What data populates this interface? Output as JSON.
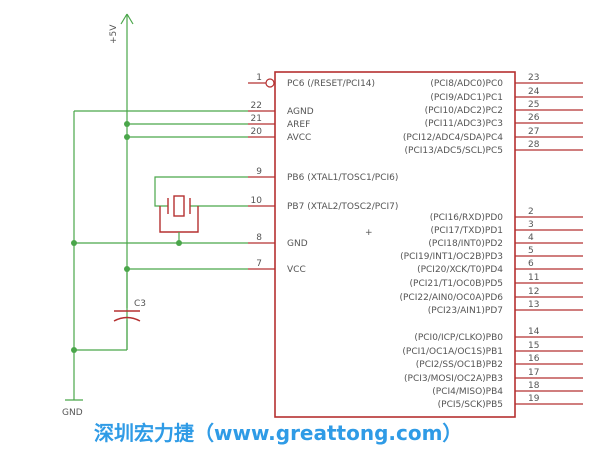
{
  "supply": {
    "label": "+5V"
  },
  "ground": {
    "label": "GND"
  },
  "capacitor": {
    "label": "C3"
  },
  "chip": {
    "left_pins": [
      {
        "num": "1",
        "name": "PC6 (/RESET/PCI14)"
      },
      {
        "num": "22",
        "name": "AGND"
      },
      {
        "num": "21",
        "name": "AREF"
      },
      {
        "num": "20",
        "name": "AVCC"
      },
      {
        "num": "9",
        "name": "PB6 (XTAL1/TOSC1/PCI6)"
      },
      {
        "num": "10",
        "name": "PB7 (XTAL2/TOSC2/PCI7)"
      },
      {
        "num": "8",
        "name": "GND"
      },
      {
        "num": "7",
        "name": "VCC"
      }
    ],
    "right_pins": [
      {
        "num": "23",
        "name": "(PCI8/ADC0)PC0"
      },
      {
        "num": "24",
        "name": "(PCI9/ADC1)PC1"
      },
      {
        "num": "25",
        "name": "(PCI10/ADC2)PC2"
      },
      {
        "num": "26",
        "name": "(PCI11/ADC3)PC3"
      },
      {
        "num": "27",
        "name": "(PCI12/ADC4/SDA)PC4"
      },
      {
        "num": "28",
        "name": "(PCI13/ADC5/SCL)PC5"
      },
      {
        "num": "2",
        "name": "(PCI16/RXD)PD0"
      },
      {
        "num": "3",
        "name": "(PCI17/TXD)PD1"
      },
      {
        "num": "4",
        "name": "(PCI18/INT0)PD2"
      },
      {
        "num": "5",
        "name": "(PCI19/INT1/OC2B)PD3"
      },
      {
        "num": "6",
        "name": "(PCI20/XCK/T0)PD4"
      },
      {
        "num": "11",
        "name": "(PCI21/T1/OC0B)PD5"
      },
      {
        "num": "12",
        "name": "(PCI22/AIN0/OC0A)PD6"
      },
      {
        "num": "13",
        "name": "(PCI23/AIN1)PD7"
      },
      {
        "num": "14",
        "name": "(PCI0/ICP/CLKO)PB0"
      },
      {
        "num": "15",
        "name": "(PCI1/OC1A/OC1S)PB1"
      },
      {
        "num": "16",
        "name": "(PCI2/SS/OC1B)PB2"
      },
      {
        "num": "17",
        "name": "(PCI3/MOSI/OC2A)PB3"
      },
      {
        "num": "18",
        "name": "(PCI4/MISO)PB4"
      },
      {
        "num": "19",
        "name": "(PCI5/SCK)PB5"
      }
    ]
  },
  "watermark": {
    "text": "深圳宏力捷（www.greattong.com）"
  }
}
